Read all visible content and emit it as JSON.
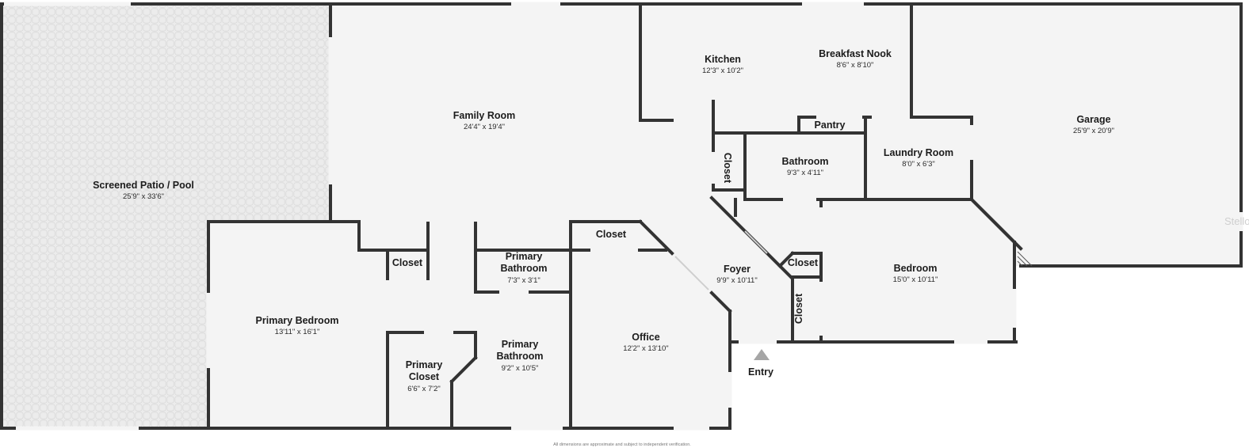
{
  "colors": {
    "wall": "#333333",
    "floor": "#f4f4f4",
    "patio_floor": "#e9e9e9",
    "window": "#bcbcbc",
    "entry_marker": "#a6a6a6"
  },
  "rooms": [
    {
      "id": "screened-patio",
      "name": "Screened Patio / Pool",
      "dims": "25'9\" x 33'6\""
    },
    {
      "id": "family-room",
      "name": "Family Room",
      "dims": "24'4\" x 19'4\""
    },
    {
      "id": "kitchen",
      "name": "Kitchen",
      "dims": "12'3\" x 10'2\""
    },
    {
      "id": "breakfast-nook",
      "name": "Breakfast Nook",
      "dims": "8'6\" x 8'10\""
    },
    {
      "id": "garage",
      "name": "Garage",
      "dims": "25'9\" x 20'9\""
    },
    {
      "id": "pantry",
      "name": "Pantry",
      "dims": ""
    },
    {
      "id": "hall-closet",
      "name": "Closet",
      "dims": ""
    },
    {
      "id": "bathroom",
      "name": "Bathroom",
      "dims": "9'3\" x 4'11\""
    },
    {
      "id": "laundry-room",
      "name": "Laundry Room",
      "dims": "8'0\" x 6'3\""
    },
    {
      "id": "foyer-closet-top",
      "name": "Closet",
      "dims": ""
    },
    {
      "id": "foyer",
      "name": "Foyer",
      "dims": "9'9\" x 10'11\""
    },
    {
      "id": "closet-small",
      "name": "Closet",
      "dims": ""
    },
    {
      "id": "closet-vertical",
      "name": "Closet",
      "dims": ""
    },
    {
      "id": "bedroom",
      "name": "Bedroom",
      "dims": "15'0\" x 10'11\""
    },
    {
      "id": "primary-closet-small",
      "name": "Closet",
      "dims": ""
    },
    {
      "id": "primary-bathroom-small",
      "name": "Primary Bathroom",
      "dims": "7'3\" x 3'1\""
    },
    {
      "id": "primary-bedroom",
      "name": "Primary Bedroom",
      "dims": "13'11\" x 16'1\""
    },
    {
      "id": "primary-closet",
      "name": "Primary Closet",
      "dims": "6'6\" x 7'2\""
    },
    {
      "id": "primary-bathroom",
      "name": "Primary Bathroom",
      "dims": "9'2\" x 10'5\""
    },
    {
      "id": "office",
      "name": "Office",
      "dims": "12'2\" x 13'10\""
    }
  ],
  "entry": {
    "label": "Entry"
  },
  "disclaimer": "All dimensions are approximate and subject to independent verification.",
  "watermark": "StelloriV"
}
